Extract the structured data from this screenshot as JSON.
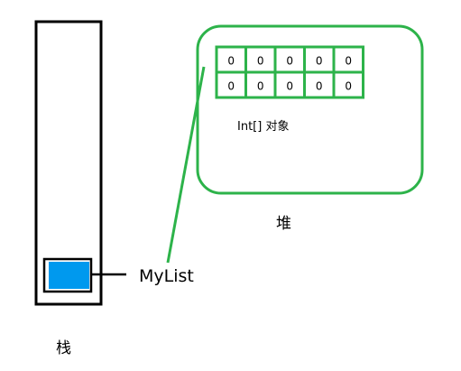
{
  "colors": {
    "stack_border": "#000000",
    "heap_border": "#2db34a",
    "reference_fill": "#0099ee",
    "text": "#000000",
    "background": "#ffffff"
  },
  "labels": {
    "stack": "栈",
    "heap": "堆",
    "reference": "MyList",
    "array_object": "Int[] 对象"
  },
  "array": {
    "rows": [
      [
        "0",
        "0",
        "0",
        "0",
        "0"
      ],
      [
        "0",
        "0",
        "0",
        "0",
        "0"
      ]
    ]
  }
}
